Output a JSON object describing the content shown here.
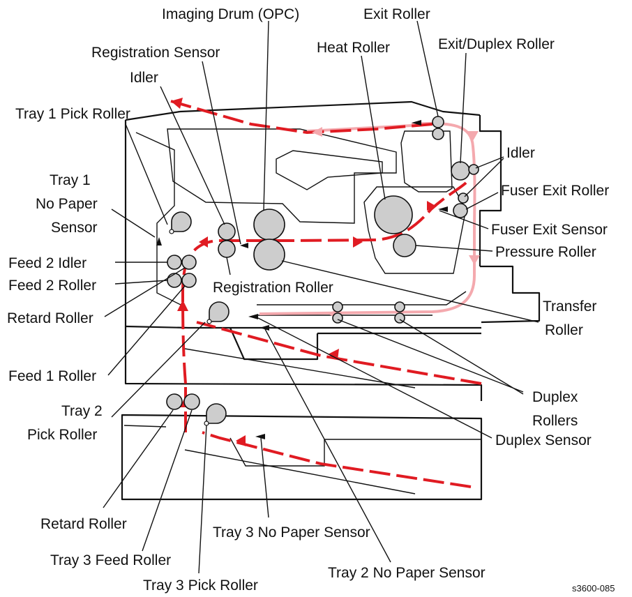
{
  "figure_id": "s3600-085",
  "colors": {
    "paper_path": "#e01b22",
    "duplex_path": "#f4a9ae",
    "roller_fill": "#cdcdcd"
  },
  "labels": {
    "imaging_drum": "Imaging Drum (OPC)",
    "exit_roller": "Exit Roller",
    "registration_sensor": "Registration Sensor",
    "heat_roller": "Heat Roller",
    "exit_duplex_roller": "Exit/Duplex Roller",
    "idler_top": "Idler",
    "tray1_pick_roller": "Tray 1 Pick Roller",
    "idler_right": "Idler",
    "tray1_no_paper_l1": "Tray 1",
    "tray1_no_paper_l2": "No Paper",
    "tray1_no_paper_l3": "Sensor",
    "fuser_exit_roller": "Fuser Exit Roller",
    "fuser_exit_sensor": "Fuser Exit Sensor",
    "feed2_idler": "Feed 2 Idler",
    "pressure_roller": "Pressure Roller",
    "feed2_roller": "Feed 2 Roller",
    "registration_roller": "Registration Roller",
    "retard_roller_upper": "Retard Roller",
    "transfer_roller_l1": "Transfer",
    "transfer_roller_l2": "Roller",
    "feed1_roller": "Feed 1 Roller",
    "tray2_pick_l1": "Tray 2",
    "tray2_pick_l2": "Pick Roller",
    "duplex_rollers_l1": "Duplex",
    "duplex_rollers_l2": "Rollers",
    "duplex_sensor": "Duplex Sensor",
    "retard_roller_lower": "Retard Roller",
    "tray3_no_paper_sensor": "Tray 3 No Paper Sensor",
    "tray3_feed_roller": "Tray 3 Feed Roller",
    "tray2_no_paper_sensor": "Tray 2 No Paper Sensor",
    "tray3_pick_roller": "Tray 3 Pick Roller"
  }
}
